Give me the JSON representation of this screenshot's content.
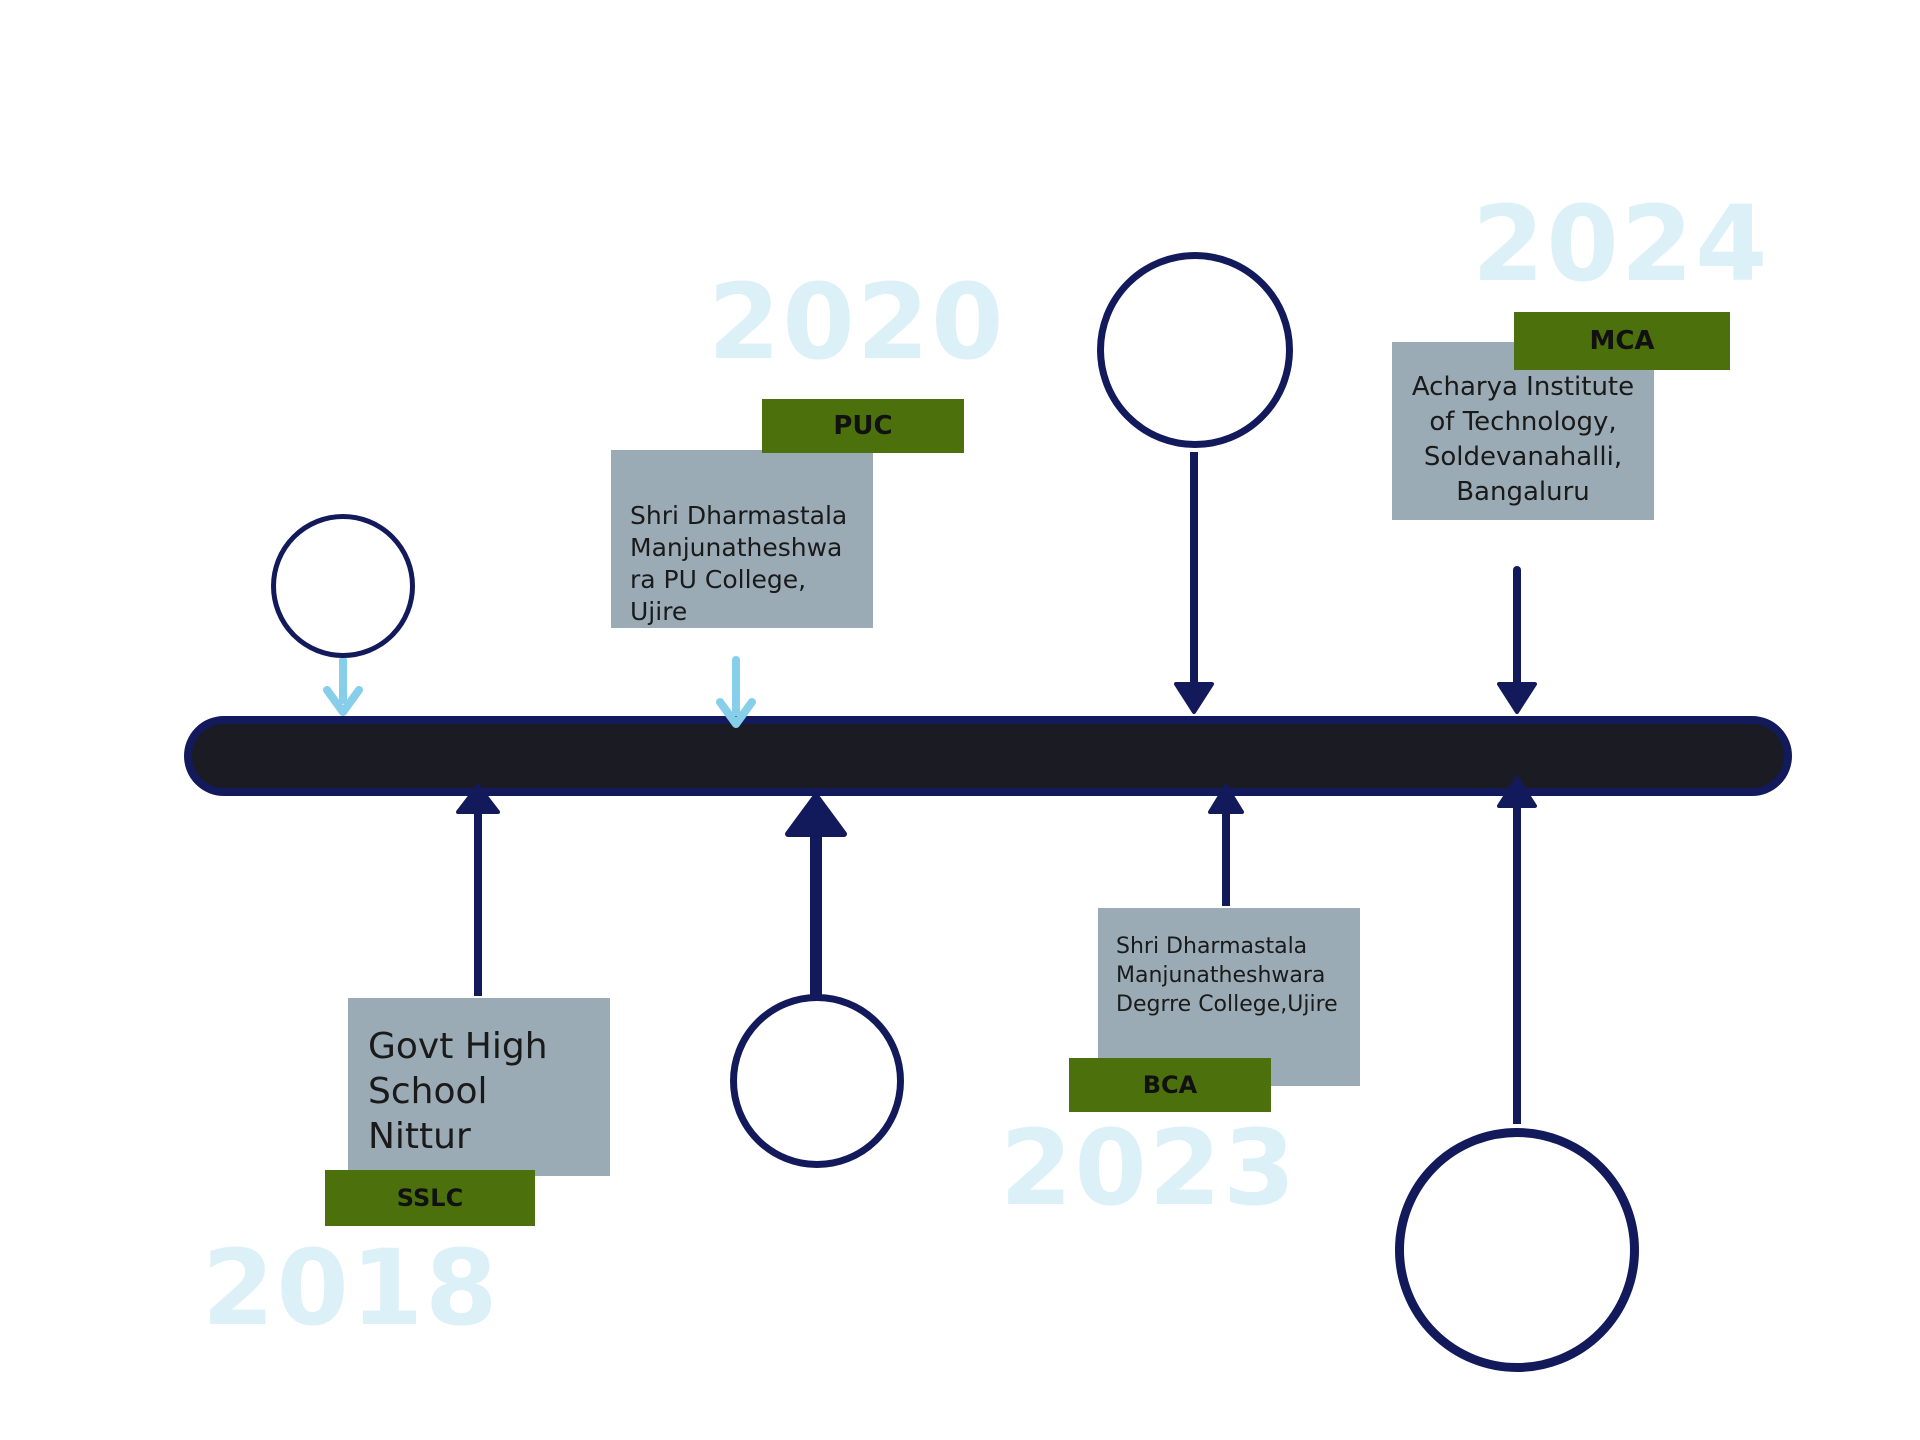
{
  "colors": {
    "timeline_fill": "#1b1b24",
    "timeline_border": "#121a5b",
    "connector_dark": "#121a5b",
    "connector_light": "#87ceeb",
    "card_bg": "#9aabb5",
    "badge_bg": "#4b700c",
    "year_text": "#dcf0f8"
  },
  "milestones": [
    {
      "year": "2018",
      "level": "SSLC",
      "institution": "Govt High School Nittur",
      "ring-icon": "circle-icon"
    },
    {
      "year": "2020",
      "level": "PUC",
      "institution": "Shri Dharmastala Manjunatheshwa ra PU  College, Ujire",
      "ring-icon": "circle-icon"
    },
    {
      "year": "2023",
      "level": "BCA",
      "institution": "Shri Dharmastala Manjunatheshwara Degrre College,Ujire",
      "ring-icon": "circle-icon"
    },
    {
      "year": "2024",
      "level": "MCA",
      "institution": "Acharya Institute of Technology, Soldevanahalli, Bangaluru",
      "ring-icon": "circle-icon"
    }
  ]
}
